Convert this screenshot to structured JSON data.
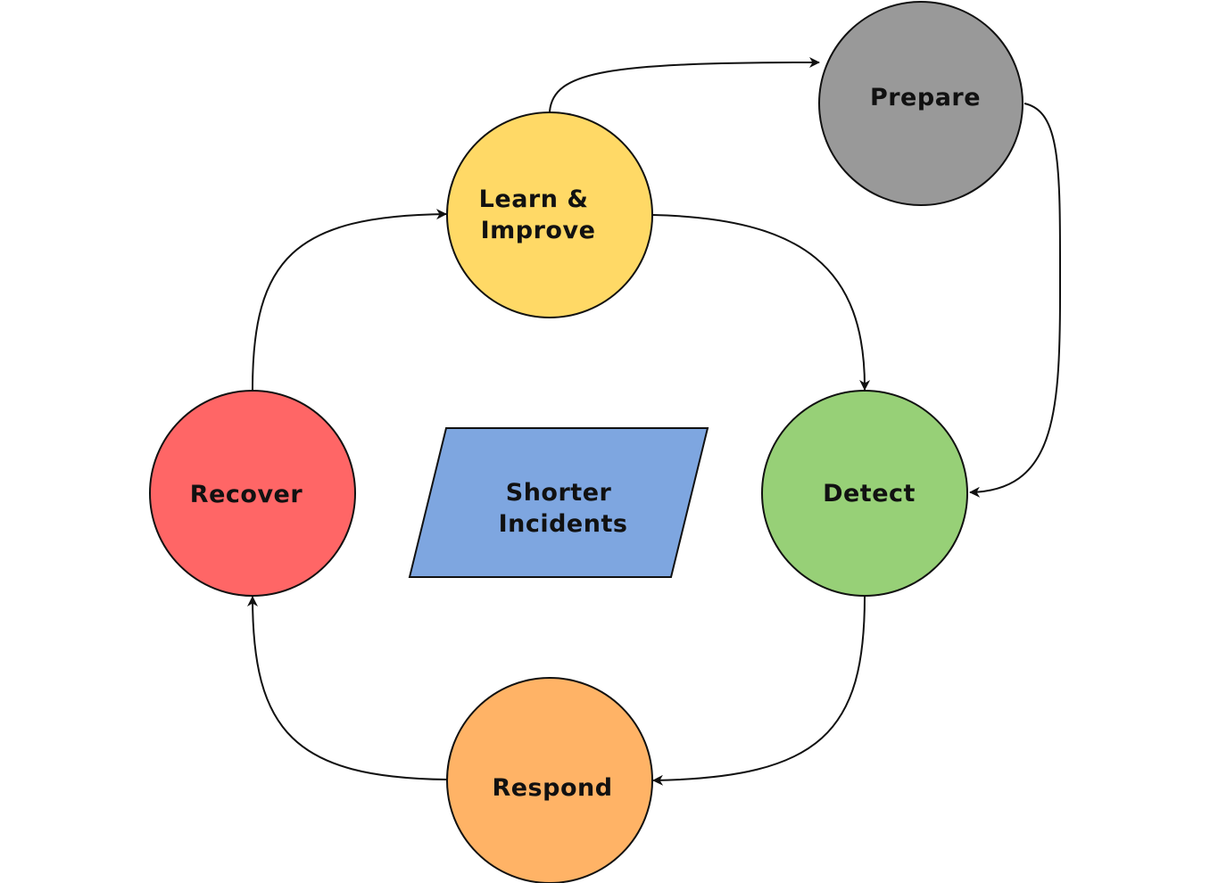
{
  "nodes": {
    "prepare": {
      "lines": [
        "Prepare"
      ],
      "color": "#999999"
    },
    "learn_improve": {
      "lines": [
        "Learn &",
        "Improve"
      ],
      "color": "#ffd966"
    },
    "detect": {
      "lines": [
        "Detect"
      ],
      "color": "#97d077"
    },
    "respond": {
      "lines": [
        "Respond"
      ],
      "color": "#ffb366"
    },
    "recover": {
      "lines": [
        "Recover"
      ],
      "color": "#ff6666"
    },
    "center": {
      "lines": [
        "Shorter",
        "Incidents"
      ],
      "color": "#7ea6e0"
    }
  },
  "edges": [
    {
      "from": "learn_improve",
      "to": "prepare"
    },
    {
      "from": "prepare",
      "to": "detect"
    },
    {
      "from": "learn_improve",
      "to": "detect"
    },
    {
      "from": "detect",
      "to": "respond"
    },
    {
      "from": "respond",
      "to": "recover"
    },
    {
      "from": "recover",
      "to": "learn_improve"
    }
  ]
}
